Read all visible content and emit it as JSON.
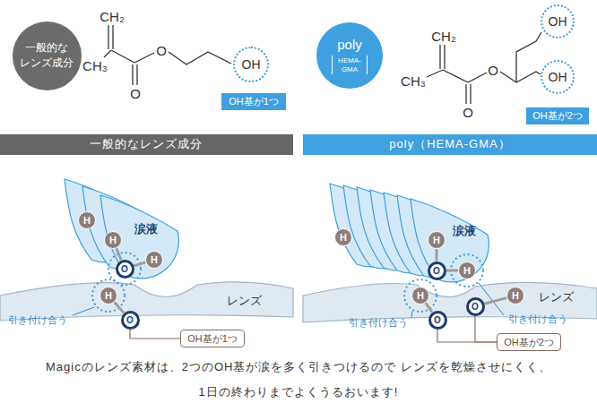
{
  "diagram": {
    "caption": "Magicのレンズ素材は、2つのOH基が涙を多く引きつけるので レンズを乾燥させにくく、1日の終わりまでよくうるおいます!",
    "nodes": [
      {
        "text": [
          "一般的な レンズ成分"
        ]
      },
      {
        "text": [
          "OH"
        ]
      },
      {
        "text": [
          "OH基が1つ"
        ]
      },
      {
        "text": [
          "poly",
          "HEMA- GMA"
        ]
      },
      {
        "text": [
          "OH"
        ]
      },
      {
        "text": [
          "OH"
        ]
      },
      {
        "text": [
          "OH基が2つ"
        ]
      },
      {
        "text": [
          "一般的なレンズ成分"
        ]
      },
      {
        "text": [
          "poly（HEMA-GMA）"
        ]
      },
      {
        "text": [
          "H"
        ]
      },
      {
        "text": [
          "H"
        ]
      },
      {
        "text": [
          "O"
        ]
      },
      {
        "text": [
          "H"
        ]
      },
      {
        "text": [
          "H"
        ]
      },
      {
        "text": [
          "O"
        ]
      },
      {
        "text": [
          "OH基が1つ"
        ]
      },
      {
        "text": [
          "H"
        ]
      },
      {
        "text": [
          "H"
        ]
      },
      {
        "text": [
          "O"
        ]
      },
      {
        "text": [
          "H"
        ]
      },
      {
        "text": [
          "H"
        ]
      },
      {
        "text": [
          "O"
        ]
      },
      {
        "text": [
          "O"
        ]
      },
      {
        "text": [
          "H"
        ]
      },
      {
        "text": [
          "OH基が2つ"
        ]
      }
    ],
    "edges": [
      {
        "from": 10,
        "to": 11,
        "arrow": "none"
      },
      {
        "from": 11,
        "to": 12,
        "arrow": "none"
      },
      {
        "from": 13,
        "to": 14,
        "arrow": "none"
      },
      {
        "from": 14,
        "to": 15,
        "arrow": "none"
      },
      {
        "from": 17,
        "to": 18,
        "arrow": "none"
      },
      {
        "from": 18,
        "to": 19,
        "arrow": "none"
      },
      {
        "from": 20,
        "to": 21,
        "arrow": "none"
      },
      {
        "from": 22,
        "to": 23,
        "arrow": "none"
      },
      {
        "from": 21,
        "to": 24,
        "arrow": "none"
      },
      {
        "from": 22,
        "to": 24,
        "arrow": "none"
      }
    ],
    "labels": [
      "CH₂",
      "CH₃",
      "O",
      "O",
      "CH₂",
      "CH₃",
      "O",
      "O",
      "涙液",
      "レンズ",
      "引き付け合う",
      "涙液",
      "レンズ",
      "引き付け合う",
      "引き付け合う"
    ]
  }
}
